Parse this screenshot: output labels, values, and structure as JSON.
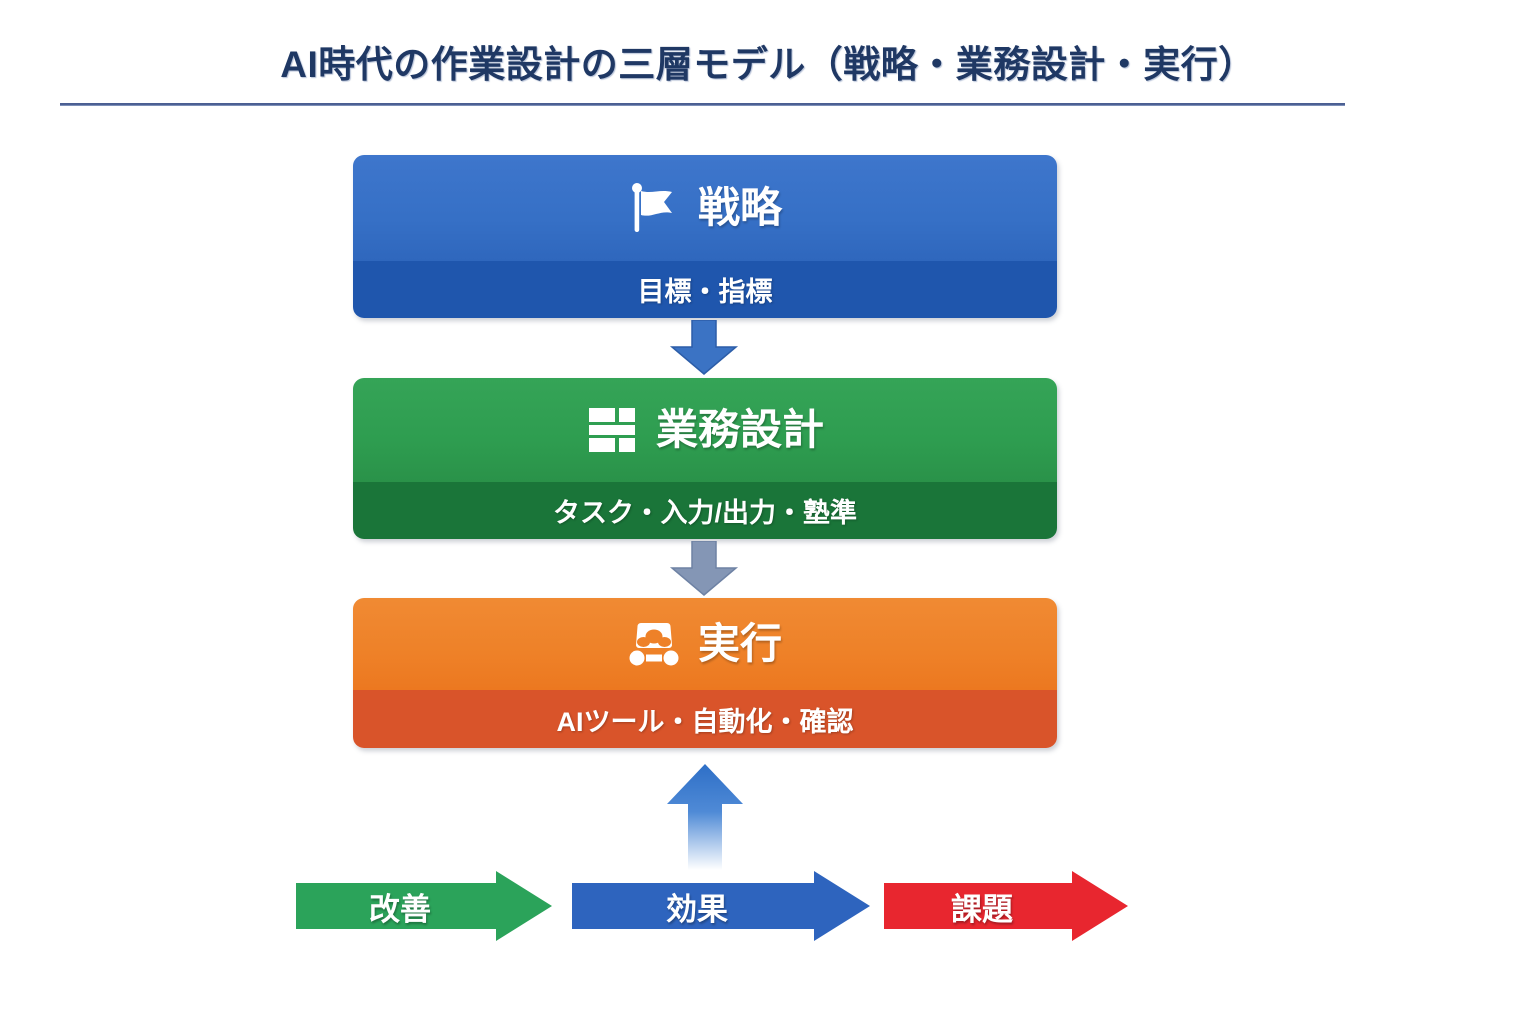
{
  "header": {
    "title": "AI時代の作業設計の三層モデル（戦略・業務設計・実行）",
    "rule_color": "#4A5E92",
    "title_color": "#1F3864"
  },
  "layers": [
    {
      "id": "strategy",
      "icon": "flag-icon",
      "title": "戦略",
      "subtitle": "目標・指標",
      "head_color": "#3670C6",
      "sub_color": "#1F56AD"
    },
    {
      "id": "work-design",
      "icon": "grid-layout-icon",
      "title": "業務設計",
      "subtitle": "タスク・入力/出力・塾準",
      "head_color": "#2E9D50",
      "sub_color": "#1A7539"
    },
    {
      "id": "execution",
      "icon": "robot-icon",
      "title": "実行",
      "subtitle": "AIツール・自動化・確認",
      "head_color": "#EE8128",
      "sub_color": "#D9542A"
    }
  ],
  "connectors": [
    {
      "id": "strategy-to-design",
      "icon": "arrow-down-icon",
      "color": "#3B73C4"
    },
    {
      "id": "design-to-execution",
      "icon": "arrow-down-icon",
      "color": "#8496B5"
    }
  ],
  "feedback": {
    "id": "execution-feedback",
    "icon": "arrow-up-icon",
    "color": "#2E6FC7"
  },
  "flow_arrows": [
    {
      "id": "kaizen",
      "label": "改善",
      "color": "#2BA35A"
    },
    {
      "id": "kouka",
      "label": "効果",
      "color": "#2E64BE"
    },
    {
      "id": "kadai",
      "label": "課題",
      "color": "#E8262F"
    }
  ]
}
